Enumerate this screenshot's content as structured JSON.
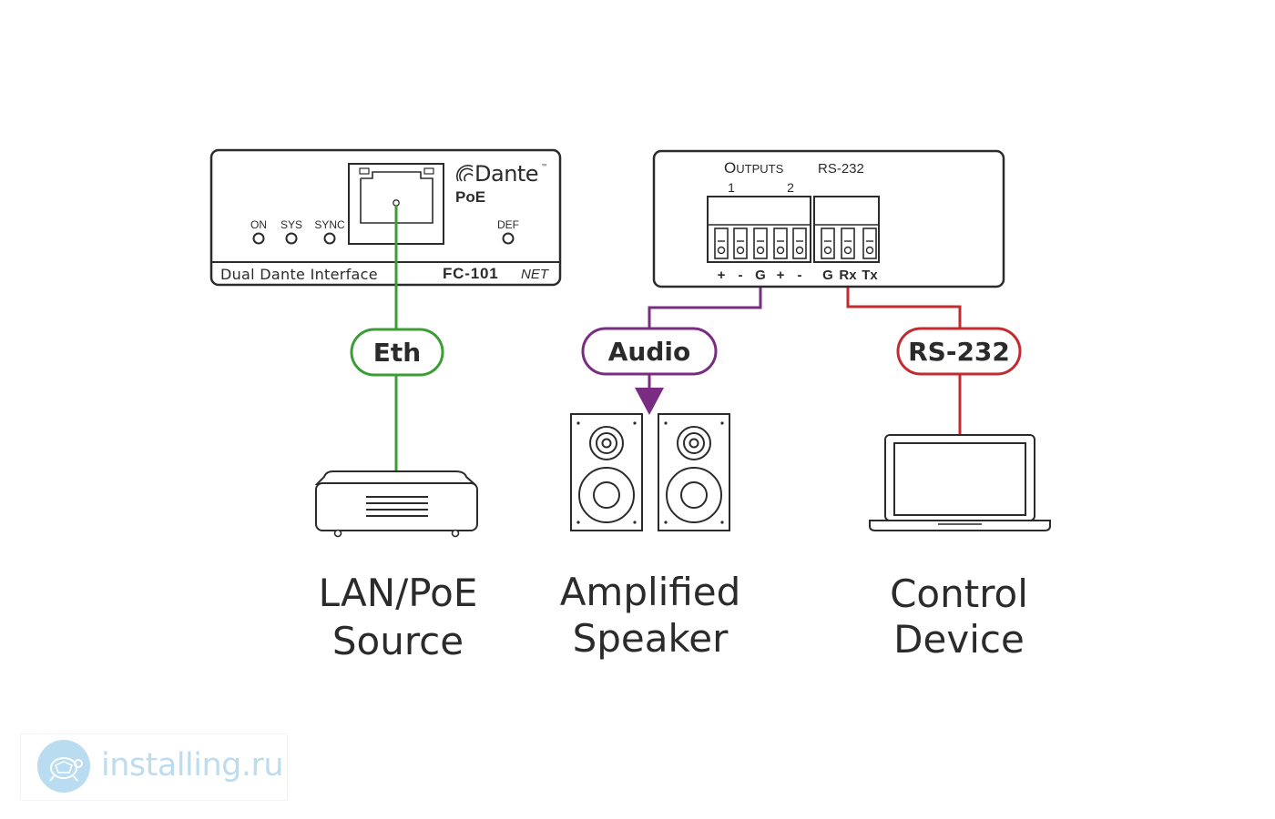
{
  "device_left": {
    "brand": "Dante",
    "brand_mark": "™",
    "poe": "PoE",
    "leds": [
      "ON",
      "SYS",
      "SYNC",
      "DEF"
    ],
    "bottom_label": "Dual Dante Interface",
    "model": "FC-101",
    "model_suffix": "NET"
  },
  "device_right": {
    "outputs_label": "Outputs",
    "rs232_label": "RS-232",
    "channel_1": "1",
    "channel_2": "2",
    "pins": [
      "+",
      "-",
      "G",
      "+",
      "-",
      "G",
      "Rx",
      "Tx"
    ]
  },
  "connections": {
    "eth": "Eth",
    "audio": "Audio",
    "rs232": "RS-232",
    "colors": {
      "eth": "#3d9d35",
      "audio": "#7a2c82",
      "rs232": "#c22b2f"
    }
  },
  "endpoints": {
    "lan_line1": "LAN/PoE",
    "lan_line2": "Source",
    "speaker_line1": "Amplified",
    "speaker_line2": "Speaker",
    "control_line1": "Control",
    "control_line2": "Device"
  },
  "watermark": {
    "text": "installing.ru",
    "icon": "turtle-logo-icon"
  }
}
